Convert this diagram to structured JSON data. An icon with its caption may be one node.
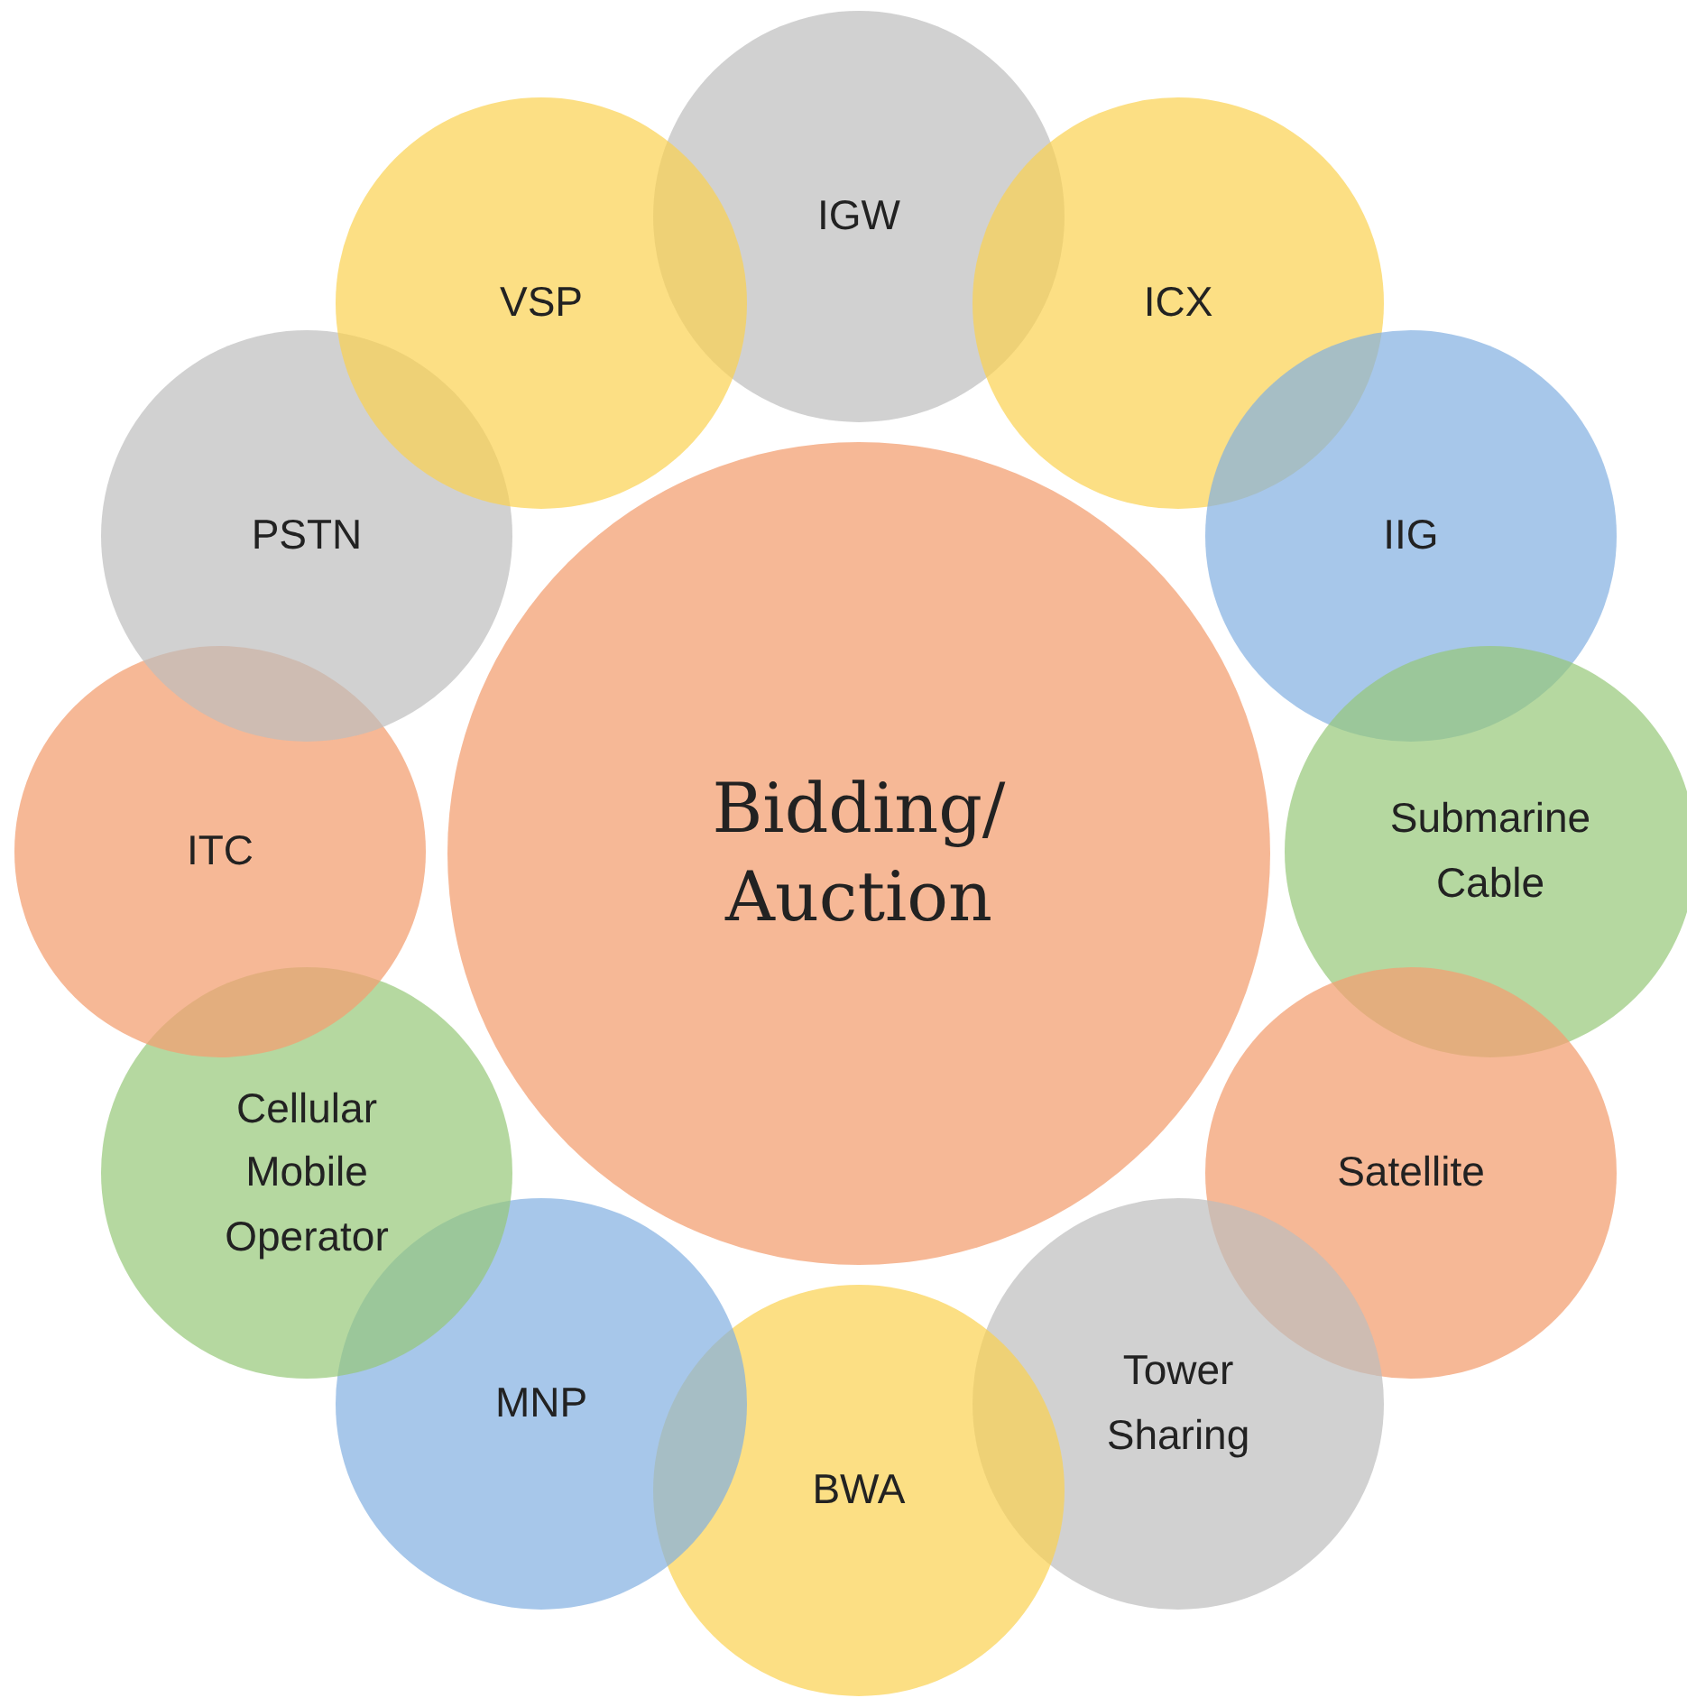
{
  "diagram": {
    "nodes": [
      {
        "text": [
          "Bidding/ Auction"
        ]
      },
      {
        "text": [
          "IGW"
        ]
      },
      {
        "text": [
          "ICX"
        ]
      },
      {
        "text": [
          "IIG"
        ]
      },
      {
        "text": [
          "Submarine Cable"
        ]
      },
      {
        "text": [
          "Satellite"
        ]
      },
      {
        "text": [
          "Tower Sharing"
        ]
      },
      {
        "text": [
          "BWA"
        ]
      },
      {
        "text": [
          "MNP"
        ]
      },
      {
        "text": [
          "Cellular Mobile Operator"
        ]
      },
      {
        "text": [
          "ITC"
        ]
      },
      {
        "text": [
          "PSTN"
        ]
      },
      {
        "text": [
          "VSP"
        ]
      }
    ]
  }
}
